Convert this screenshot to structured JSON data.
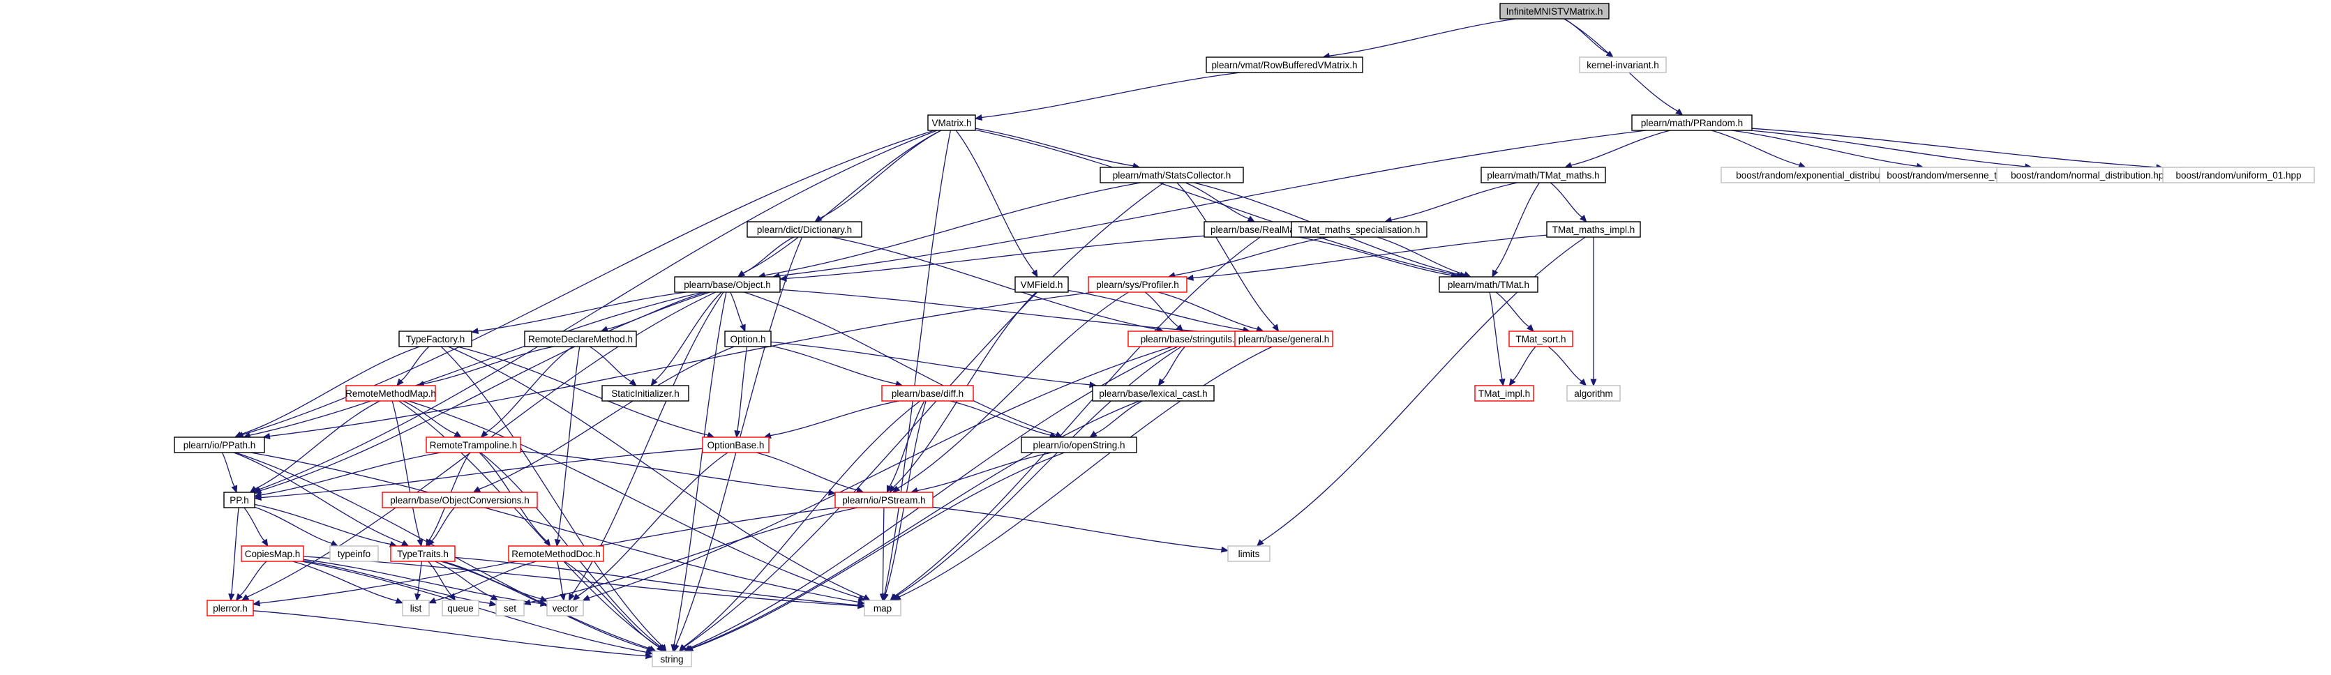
{
  "graph": {
    "colors": {
      "edge": "#191970",
      "node_border": "#000000",
      "node_fill": "#ffffff",
      "root_fill": "#bfbfbf",
      "red_border": "#ff0000",
      "ext_border": "#bfbfbf",
      "ext_text": "#555555"
    },
    "nodes": [
      {
        "id": "root",
        "label": "InfiniteMNISTVMatrix.h",
        "style": "root"
      },
      {
        "id": "rowbuf",
        "label": "plearn/vmat/RowBufferedVMatrix.h",
        "style": "normal"
      },
      {
        "id": "kernel",
        "label": "kernel-invariant.h",
        "style": "external"
      },
      {
        "id": "prandom",
        "label": "plearn/math/PRandom.h",
        "style": "normal"
      },
      {
        "id": "vmatrix",
        "label": "VMatrix.h",
        "style": "normal"
      },
      {
        "id": "statscol",
        "label": "plearn/math/StatsCollector.h",
        "style": "normal"
      },
      {
        "id": "tmat_maths",
        "label": "plearn/math/TMat_maths.h",
        "style": "normal"
      },
      {
        "id": "boost_exp",
        "label": "boost/random/exponential_distribution.hpp",
        "style": "external"
      },
      {
        "id": "boost_mt",
        "label": "boost/random/mersenne_twister.hpp",
        "style": "external"
      },
      {
        "id": "boost_norm",
        "label": "boost/random/normal_distribution.hpp",
        "style": "external"
      },
      {
        "id": "boost_uni",
        "label": "boost/random/uniform_01.hpp",
        "style": "external"
      },
      {
        "id": "dictionary",
        "label": "plearn/dict/Dictionary.h",
        "style": "normal"
      },
      {
        "id": "realmap",
        "label": "plearn/base/RealMapping.h",
        "style": "normal"
      },
      {
        "id": "tmat_spec",
        "label": "TMat_maths_specialisation.h",
        "style": "normal"
      },
      {
        "id": "tmat_impl_h",
        "label": "TMat_maths_impl.h",
        "style": "normal"
      },
      {
        "id": "object",
        "label": "plearn/base/Object.h",
        "style": "normal"
      },
      {
        "id": "vmfield",
        "label": "VMField.h",
        "style": "normal"
      },
      {
        "id": "profiler",
        "label": "plearn/sys/Profiler.h",
        "style": "red"
      },
      {
        "id": "tmat",
        "label": "plearn/math/TMat.h",
        "style": "normal"
      },
      {
        "id": "typefactory",
        "label": "TypeFactory.h",
        "style": "normal"
      },
      {
        "id": "remotedecl",
        "label": "RemoteDeclareMethod.h",
        "style": "normal"
      },
      {
        "id": "option",
        "label": "Option.h",
        "style": "normal"
      },
      {
        "id": "stringutils",
        "label": "plearn/base/stringutils.h",
        "style": "red"
      },
      {
        "id": "general",
        "label": "plearn/base/general.h",
        "style": "red"
      },
      {
        "id": "tmat_sort",
        "label": "TMat_sort.h",
        "style": "red"
      },
      {
        "id": "remotemethodmap",
        "label": "RemoteMethodMap.h",
        "style": "red"
      },
      {
        "id": "staticinit",
        "label": "StaticInitializer.h",
        "style": "normal"
      },
      {
        "id": "diff",
        "label": "plearn/base/diff.h",
        "style": "red"
      },
      {
        "id": "lexical",
        "label": "plearn/base/lexical_cast.h",
        "style": "normal"
      },
      {
        "id": "tmat_impl",
        "label": "TMat_impl.h",
        "style": "red"
      },
      {
        "id": "algorithm",
        "label": "algorithm",
        "style": "external"
      },
      {
        "id": "ppath",
        "label": "plearn/io/PPath.h",
        "style": "normal"
      },
      {
        "id": "remotetramp",
        "label": "RemoteTrampoline.h",
        "style": "red"
      },
      {
        "id": "optionbase",
        "label": "OptionBase.h",
        "style": "red"
      },
      {
        "id": "openstring",
        "label": "plearn/io/openString.h",
        "style": "normal"
      },
      {
        "id": "pp",
        "label": "PP.h",
        "style": "normal"
      },
      {
        "id": "objconv",
        "label": "plearn/base/ObjectConversions.h",
        "style": "red"
      },
      {
        "id": "pstream",
        "label": "plearn/io/PStream.h",
        "style": "red"
      },
      {
        "id": "copiesmap",
        "label": "CopiesMap.h",
        "style": "red"
      },
      {
        "id": "typeinfo",
        "label": "typeinfo",
        "style": "external"
      },
      {
        "id": "typetraits",
        "label": "TypeTraits.h",
        "style": "red"
      },
      {
        "id": "remotemethoddoc",
        "label": "RemoteMethodDoc.h",
        "style": "red"
      },
      {
        "id": "limits",
        "label": "limits",
        "style": "external"
      },
      {
        "id": "pterror",
        "label": "plerror.h",
        "style": "red"
      },
      {
        "id": "list",
        "label": "list",
        "style": "external"
      },
      {
        "id": "queue",
        "label": "queue",
        "style": "external"
      },
      {
        "id": "set",
        "label": "set",
        "style": "external"
      },
      {
        "id": "vector",
        "label": "vector",
        "style": "external"
      },
      {
        "id": "map",
        "label": "map",
        "style": "external"
      },
      {
        "id": "string",
        "label": "string",
        "style": "external"
      }
    ],
    "edges": [
      [
        "root",
        "rowbuf"
      ],
      [
        "root",
        "kernel"
      ],
      [
        "root",
        "prandom"
      ],
      [
        "rowbuf",
        "vmatrix"
      ],
      [
        "vmatrix",
        "statscol"
      ],
      [
        "vmatrix",
        "dictionary"
      ],
      [
        "vmatrix",
        "object"
      ],
      [
        "vmatrix",
        "vmfield"
      ],
      [
        "vmatrix",
        "tmat"
      ],
      [
        "vmatrix",
        "ppath"
      ],
      [
        "vmatrix",
        "pp"
      ],
      [
        "vmatrix",
        "map"
      ],
      [
        "prandom",
        "object"
      ],
      [
        "prandom",
        "tmat_maths"
      ],
      [
        "prandom",
        "boost_exp"
      ],
      [
        "prandom",
        "boost_mt"
      ],
      [
        "prandom",
        "boost_norm"
      ],
      [
        "prandom",
        "boost_uni"
      ],
      [
        "statscol",
        "object"
      ],
      [
        "statscol",
        "realmap"
      ],
      [
        "statscol",
        "tmat"
      ],
      [
        "statscol",
        "general"
      ],
      [
        "statscol",
        "string"
      ],
      [
        "tmat_maths",
        "tmat_spec"
      ],
      [
        "tmat_maths",
        "tmat_impl_h"
      ],
      [
        "tmat_maths",
        "tmat"
      ],
      [
        "dictionary",
        "object"
      ],
      [
        "dictionary",
        "stringutils"
      ],
      [
        "dictionary",
        "string"
      ],
      [
        "realmap",
        "object"
      ],
      [
        "realmap",
        "tmat"
      ],
      [
        "realmap",
        "map"
      ],
      [
        "tmat_spec",
        "tmat"
      ],
      [
        "tmat_spec",
        "profiler"
      ],
      [
        "tmat_impl_h",
        "profiler"
      ],
      [
        "tmat_impl_h",
        "algorithm"
      ],
      [
        "tmat_impl_h",
        "limits"
      ],
      [
        "object",
        "typefactory"
      ],
      [
        "object",
        "remotedecl"
      ],
      [
        "object",
        "option"
      ],
      [
        "object",
        "staticinit"
      ],
      [
        "object",
        "general"
      ],
      [
        "object",
        "ppath"
      ],
      [
        "object",
        "pp"
      ],
      [
        "object",
        "openstring"
      ],
      [
        "object",
        "vector"
      ],
      [
        "object",
        "pterror"
      ],
      [
        "object",
        "string"
      ],
      [
        "vmfield",
        "pstream"
      ],
      [
        "vmfield",
        "general"
      ],
      [
        "profiler",
        "stringutils"
      ],
      [
        "profiler",
        "general"
      ],
      [
        "profiler",
        "pstream"
      ],
      [
        "profiler",
        "ppath"
      ],
      [
        "tmat",
        "tmat_sort"
      ],
      [
        "tmat",
        "tmat_impl"
      ],
      [
        "typefactory",
        "remotemethodmap"
      ],
      [
        "typefactory",
        "optionbase"
      ],
      [
        "typefactory",
        "ppath"
      ],
      [
        "typefactory",
        "map"
      ],
      [
        "typefactory",
        "string"
      ],
      [
        "remotedecl",
        "remotemethodmap"
      ],
      [
        "remotedecl",
        "remotetramp"
      ],
      [
        "remotedecl",
        "remotemethoddoc"
      ],
      [
        "remotedecl",
        "staticinit"
      ],
      [
        "option",
        "optionbase"
      ],
      [
        "option",
        "diff"
      ],
      [
        "option",
        "objconv"
      ],
      [
        "option",
        "lexical"
      ],
      [
        "stringutils",
        "lexical"
      ],
      [
        "stringutils",
        "map"
      ],
      [
        "stringutils",
        "vector"
      ],
      [
        "stringutils",
        "string"
      ],
      [
        "general",
        "map"
      ],
      [
        "tmat_sort",
        "tmat_impl"
      ],
      [
        "tmat_sort",
        "algorithm"
      ],
      [
        "remotemethodmap",
        "remotetramp"
      ],
      [
        "remotemethodmap",
        "pp"
      ],
      [
        "remotemethodmap",
        "map"
      ],
      [
        "remotemethodmap",
        "string"
      ],
      [
        "remotemethodmap",
        "typetraits"
      ],
      [
        "diff",
        "optionbase"
      ],
      [
        "diff",
        "openstring"
      ],
      [
        "diff",
        "pstream"
      ],
      [
        "diff",
        "map"
      ],
      [
        "diff",
        "string"
      ],
      [
        "lexical",
        "openstring"
      ],
      [
        "lexical",
        "string"
      ],
      [
        "ppath",
        "pp"
      ],
      [
        "ppath",
        "typetraits"
      ],
      [
        "ppath",
        "map"
      ],
      [
        "ppath",
        "string"
      ],
      [
        "remotetramp",
        "pp"
      ],
      [
        "remotetramp",
        "remotemethoddoc"
      ],
      [
        "remotetramp",
        "pstream"
      ],
      [
        "remotetramp",
        "typetraits"
      ],
      [
        "remotetramp",
        "string"
      ],
      [
        "optionbase",
        "pp"
      ],
      [
        "optionbase",
        "pstream"
      ],
      [
        "optionbase",
        "vector"
      ],
      [
        "openstring",
        "pstream"
      ],
      [
        "openstring",
        "string"
      ],
      [
        "pp",
        "copiesmap"
      ],
      [
        "pp",
        "typeinfo"
      ],
      [
        "pp",
        "typetraits"
      ],
      [
        "pp",
        "pterror"
      ],
      [
        "objconv",
        "typetraits"
      ],
      [
        "pstream",
        "map"
      ],
      [
        "pstream",
        "limits"
      ],
      [
        "pstream",
        "set"
      ],
      [
        "pstream",
        "pterror"
      ],
      [
        "copiesmap",
        "pterror"
      ],
      [
        "copiesmap",
        "list"
      ],
      [
        "copiesmap",
        "set"
      ],
      [
        "copiesmap",
        "vector"
      ],
      [
        "copiesmap",
        "map"
      ],
      [
        "copiesmap",
        "string"
      ],
      [
        "typetraits",
        "list"
      ],
      [
        "typetraits",
        "queue"
      ],
      [
        "typetraits",
        "set"
      ],
      [
        "typetraits",
        "vector"
      ],
      [
        "typetraits",
        "map"
      ],
      [
        "typetraits",
        "string"
      ],
      [
        "remotemethoddoc",
        "list"
      ],
      [
        "remotemethoddoc",
        "vector"
      ],
      [
        "remotemethoddoc",
        "string"
      ],
      [
        "pterror",
        "string"
      ]
    ]
  }
}
